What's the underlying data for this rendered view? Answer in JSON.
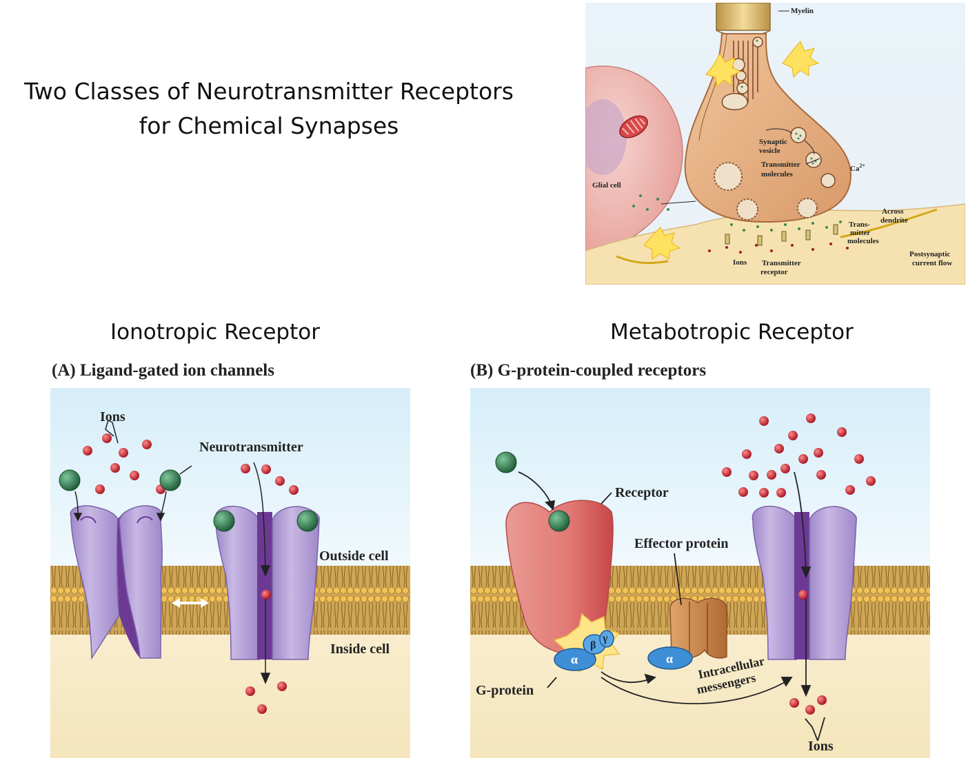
{
  "title": {
    "line1": "Two Classes of Neurotransmitter Receptors",
    "line2": "for Chemical Synapses"
  },
  "synapse": {
    "myelin": "Myelin",
    "synaptic_vesicle_1": "Synaptic",
    "synaptic_vesicle_2": "vesicle",
    "transmitter_molecules_1": "Transmitter",
    "transmitter_molecules_2": "molecules",
    "ca": "Ca",
    "ca_sup": "2+",
    "glial_cell": "Glial cell",
    "across_1": "Across",
    "across_2": "dendrite",
    "trans_1": "Trans-",
    "trans_2": "mitter",
    "trans_3": "molecules",
    "postsyn_1": "Postsynaptic",
    "postsyn_2": "current flow",
    "ions": "Ions",
    "receptor_1": "Transmitter",
    "receptor_2": "receptor"
  },
  "ionotropic": {
    "heading": "Ionotropic Receptor",
    "panel_label": "(A)  Ligand-gated ion channels",
    "ions": "Ions",
    "neurotransmitter": "Neurotransmitter",
    "outside_cell": "Outside cell",
    "inside_cell": "Inside cell"
  },
  "metabotropic": {
    "heading": "Metabotropic Receptor",
    "panel_label": "(B)  G-protein-coupled receptors",
    "receptor": "Receptor",
    "effector_protein": "Effector protein",
    "g_protein": "G-protein",
    "alpha": "α",
    "beta": "β",
    "gamma": "γ",
    "intracellular_1": "Intracellular",
    "intracellular_2": "messengers",
    "ions": "Ions"
  },
  "colors": {
    "sky_top": "#cfe9f7",
    "cytoplasm": "#f6e7bf",
    "lipid_head": "#e9b64f",
    "channel": "#b7a3d6",
    "channel_dark": "#6d3e98",
    "receptor": "#e07b78",
    "g_protein": "#3f8fd6",
    "effector": "#c98449",
    "ion": "#c81e32",
    "neurotransmitter": "#2e7d4f"
  }
}
